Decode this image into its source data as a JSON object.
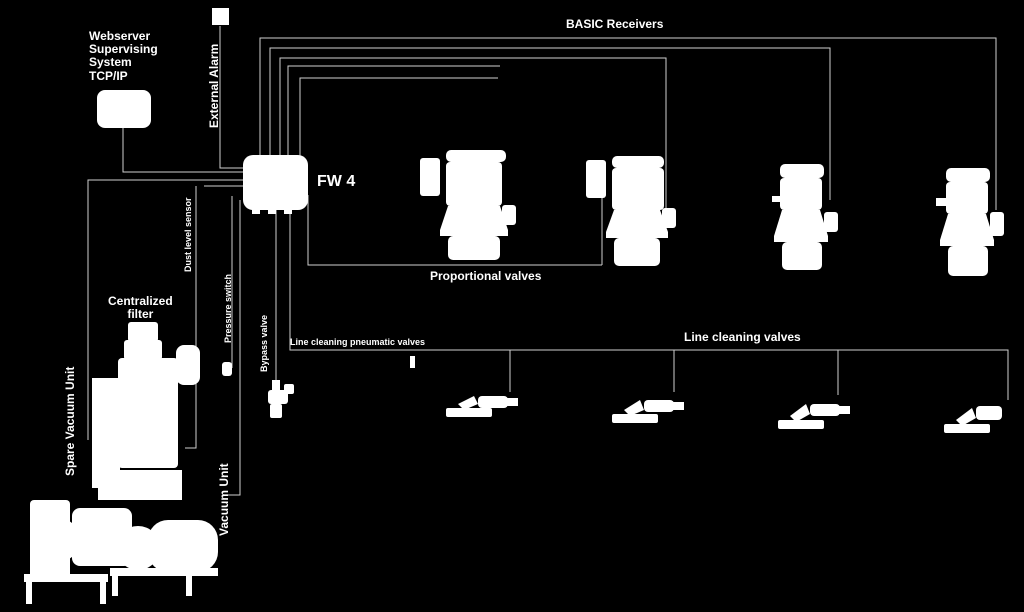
{
  "labels": {
    "webserver": [
      "Webserver",
      "Supervising",
      "System",
      "TCP/IP"
    ],
    "external_alarm": "External Alarm",
    "basic_receivers": "BASIC Receivers",
    "controller": "FW 4",
    "dust_level_sensor": "Dust level sensor",
    "pressure_switch": "Pressure switch",
    "bypass_valve": "Bypass valve",
    "proportional_valves": "Proportional valves",
    "line_cleaning_pneumatic_valves": "Line cleaning pneumatic valves",
    "line_cleaning_valves": "Line cleaning valves",
    "centralized_filter": [
      "Centralized",
      "filter"
    ],
    "spare_vacuum_unit": "Spare Vacuum Unit",
    "vacuum_unit": "Vacuum Unit"
  },
  "colors": {
    "background": "#000000",
    "foreground": "#ffffff",
    "wire": "#d0d0d0"
  }
}
